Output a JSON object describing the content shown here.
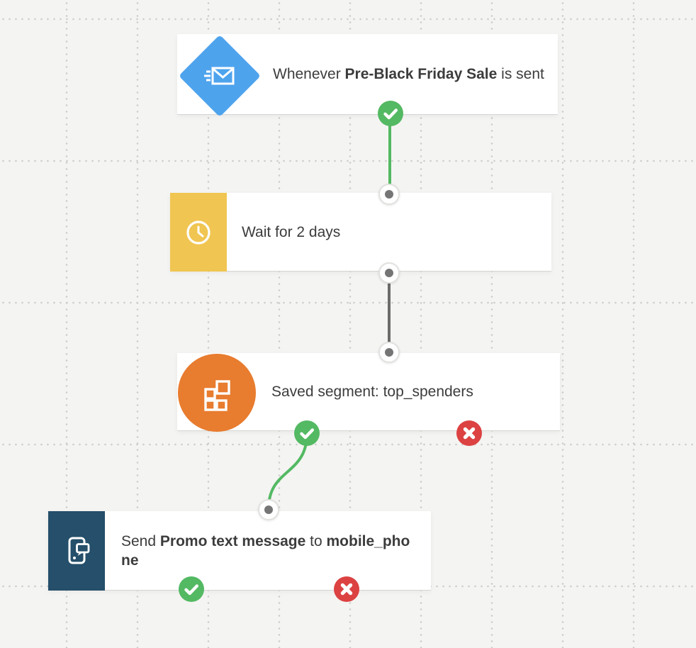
{
  "canvas": {
    "background_color": "#f4f4f2",
    "grid_dot_color": "#ccccca"
  },
  "colors": {
    "success_green": "#53b963",
    "fail_red": "#dc4242",
    "connector_green": "#53b963",
    "connector_gray": "#6b6b6b",
    "trigger_blue": "#4ea3ed",
    "delay_yellow": "#f0c551",
    "segment_orange": "#e87c2f",
    "sms_teal": "#254f6a",
    "text_color": "#3c3c3c"
  },
  "workflow": {
    "nodes": [
      {
        "name": "email-sent-trigger",
        "icon": "sent-email-icon",
        "tile_shape": "diamond",
        "tile_color": "#4ea3ed",
        "text_parts": [
          {
            "text": "Whenever ",
            "bold": false
          },
          {
            "text": "Pre-Black Friday Sale",
            "bold": true
          },
          {
            "text": " is sent",
            "bold": false
          }
        ],
        "badges": [
          "success"
        ]
      },
      {
        "name": "wait-delay",
        "icon": "clock-icon",
        "tile_shape": "square",
        "tile_color": "#f0c551",
        "text_parts": [
          {
            "text": "Wait for 2 days",
            "bold": false
          }
        ],
        "badges": []
      },
      {
        "name": "saved-segment-filter",
        "icon": "segment-icon",
        "tile_shape": "circle",
        "tile_color": "#e87c2f",
        "text_parts": [
          {
            "text": "Saved segment: top_spenders",
            "bold": false
          }
        ],
        "badges": [
          "success",
          "fail"
        ]
      },
      {
        "name": "send-sms-action",
        "icon": "phone-message-icon",
        "tile_shape": "square",
        "tile_color": "#254f6a",
        "text_parts": [
          {
            "text": "Send ",
            "bold": false
          },
          {
            "text": "Promo text message",
            "bold": true
          },
          {
            "text": " to ",
            "bold": false
          },
          {
            "text": "mobile_phone",
            "bold": true
          }
        ],
        "badges": [
          "success",
          "fail"
        ]
      }
    ],
    "connectors": [
      {
        "from": "email-sent-trigger",
        "to": "wait-delay",
        "style": "green-straight"
      },
      {
        "from": "wait-delay",
        "to": "saved-segment-filter",
        "style": "gray-straight"
      },
      {
        "from": "saved-segment-filter",
        "to": "send-sms-action",
        "style": "green-curve"
      }
    ]
  }
}
